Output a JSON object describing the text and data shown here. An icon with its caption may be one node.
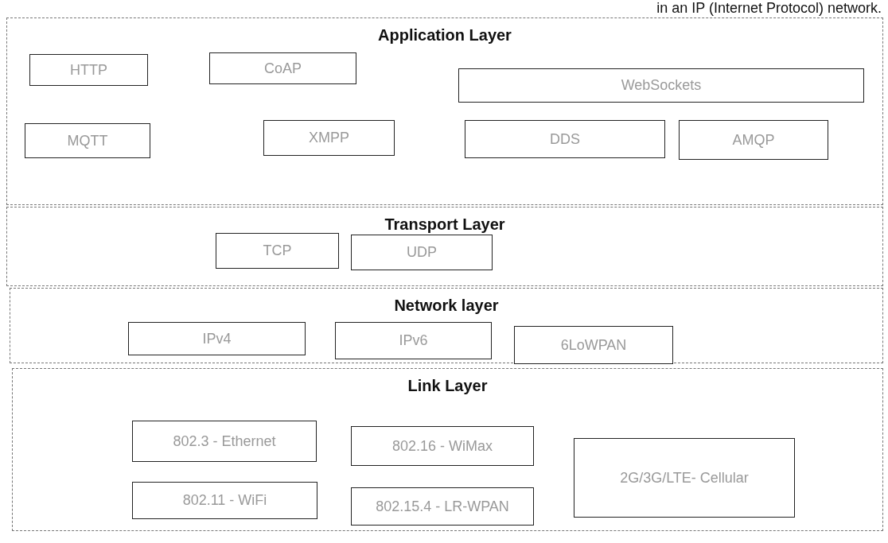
{
  "diagram": {
    "nodes": [
      {
        "text": [
          "Application Layer"
        ]
      },
      {
        "text": [
          "HTTP"
        ],
        "in": 0
      },
      {
        "text": [
          "CoAP"
        ],
        "in": 0
      },
      {
        "text": [
          "WebSockets"
        ],
        "in": 0
      },
      {
        "text": [
          "MQTT"
        ],
        "in": 0
      },
      {
        "text": [
          "XMPP"
        ],
        "in": 0
      },
      {
        "text": [
          "DDS"
        ],
        "in": 0
      },
      {
        "text": [
          "AMQP"
        ],
        "in": 0
      },
      {
        "text": [
          "Transport Layer"
        ]
      },
      {
        "text": [
          "TCP"
        ],
        "in": 8
      },
      {
        "text": [
          "UDP"
        ],
        "in": 8
      },
      {
        "text": [
          "Network layer"
        ]
      },
      {
        "text": [
          "IPv4"
        ],
        "in": 11
      },
      {
        "text": [
          "IPv6"
        ],
        "in": 11
      },
      {
        "text": [
          "6LoWPAN"
        ],
        "in": 11
      },
      {
        "text": [
          "Link Layer"
        ]
      },
      {
        "text": [
          "802.3 - Ethernet"
        ],
        "in": 15
      },
      {
        "text": [
          "802.16 - WiMax"
        ],
        "in": 15
      },
      {
        "text": [
          "2G/3G/LTE- Cellular"
        ],
        "in": 15
      },
      {
        "text": [
          "802.11 - WiFi"
        ],
        "in": 15
      },
      {
        "text": [
          "802.15.4 - LR-WPAN"
        ],
        "in": 15
      }
    ],
    "labels": [
      "in an IP (Internet Protocol) network."
    ]
  }
}
